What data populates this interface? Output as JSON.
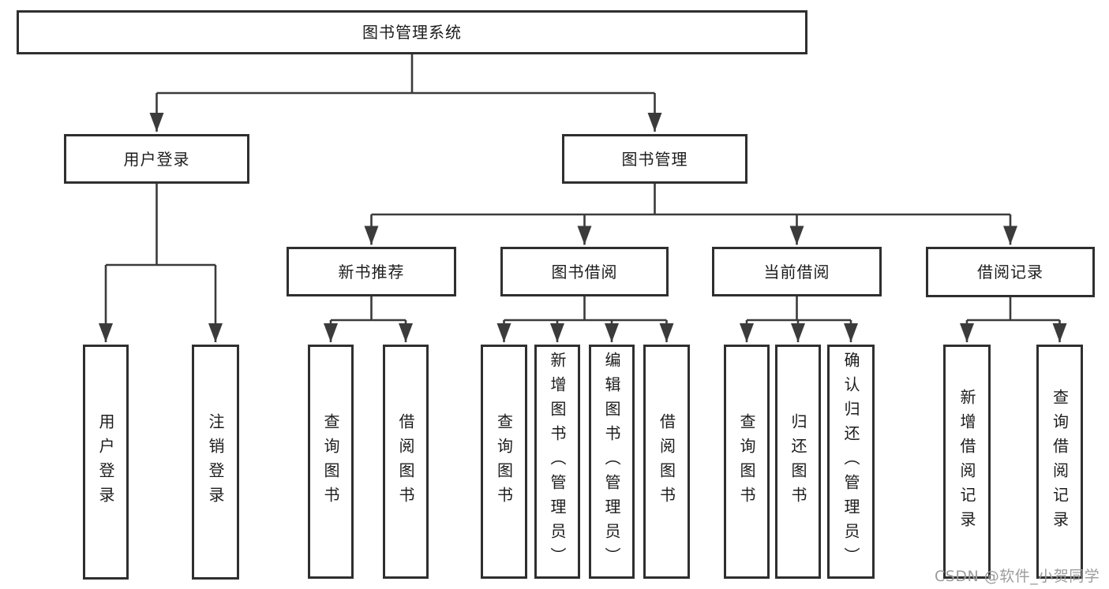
{
  "tree": {
    "label": "图书管理系统",
    "children": [
      {
        "label": "用户登录",
        "children": [
          {
            "label": "用户登录"
          },
          {
            "label": "注销登录"
          }
        ]
      },
      {
        "label": "图书管理",
        "children": [
          {
            "label": "新书推荐",
            "children": [
              {
                "label": "查询图书"
              },
              {
                "label": "借阅图书"
              }
            ]
          },
          {
            "label": "图书借阅",
            "children": [
              {
                "label": "查询图书"
              },
              {
                "label": "新增图书（管理员）"
              },
              {
                "label": "编辑图书（管理员）"
              },
              {
                "label": "借阅图书"
              }
            ]
          },
          {
            "label": "当前借阅",
            "children": [
              {
                "label": "查询图书"
              },
              {
                "label": "归还图书"
              },
              {
                "label": "确认归还（管理员）"
              }
            ]
          },
          {
            "label": "借阅记录",
            "children": [
              {
                "label": "新增借阅记录"
              },
              {
                "label": "查询借阅记录"
              }
            ]
          }
        ]
      }
    ]
  },
  "watermark": {
    "text": "CSDN @软件_小贺同学"
  },
  "colors": {
    "background": "#ffffff",
    "line": "#3b3b3b",
    "box_border": "#2f2f2f",
    "text": "#1c1c1c",
    "watermark": "#9c9c9c"
  }
}
